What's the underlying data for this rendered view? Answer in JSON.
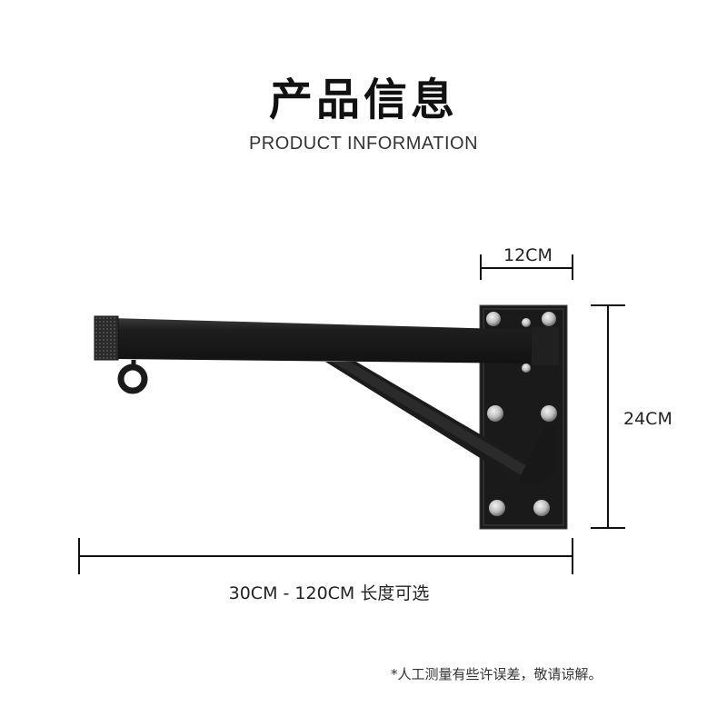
{
  "header": {
    "title_cn": "产品信息",
    "title_en": "PRODUCT INFORMATION"
  },
  "dimensions": {
    "plate_width": "12CM",
    "plate_height": "24CM",
    "arm_length": "30CM - 120CM 长度可选"
  },
  "note": "*人工测量有些许误差，敬请谅解。",
  "colors": {
    "product": "#1c1c1c",
    "bolt": "#c9c9c9",
    "dimension_line": "#111111"
  }
}
